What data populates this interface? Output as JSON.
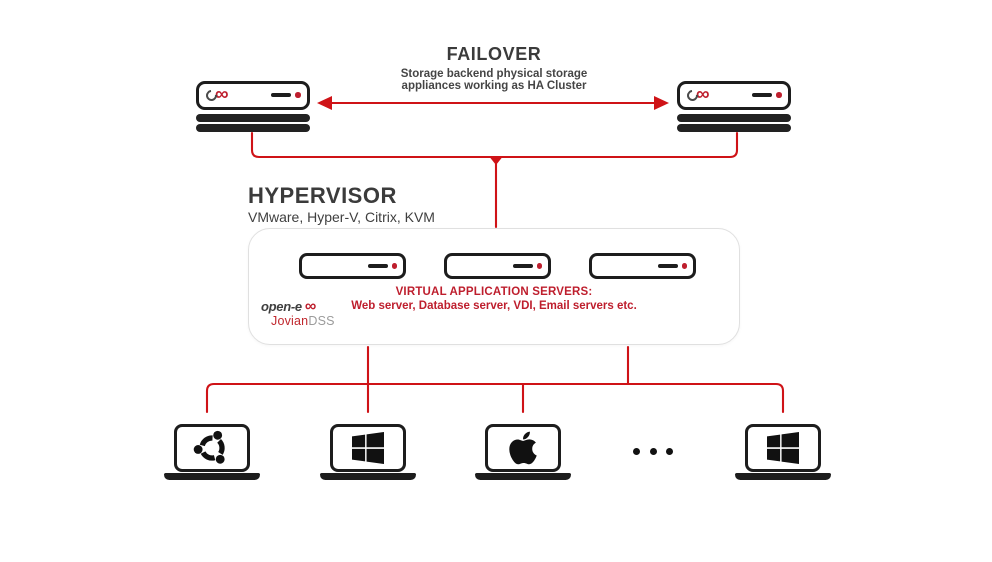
{
  "colors": {
    "line_red": "#cf1317",
    "brand_red": "#be1e2d",
    "icon_dark": "#1d1d1d",
    "heading": "#3b3b3b",
    "box_border": "#e0e0e0",
    "logo_gray": "#9b9b9b"
  },
  "failover": {
    "title": "FAILOVER",
    "subtitle_line1": "Storage backend physical storage",
    "subtitle_line2": "appliances working as HA Cluster"
  },
  "hypervisor": {
    "title": "HYPERVISOR",
    "subtitle": "VMware, Hyper-V, Citrix, KVM",
    "box": {
      "heading": "VIRTUAL APPLICATION SERVERS:",
      "description": "Web server, Database server, VDI, Email servers etc.",
      "logo": {
        "brand": "open-e",
        "product_primary": "Jovian",
        "product_secondary": "DSS"
      }
    }
  },
  "storage_appliances": [
    {
      "name": "storage-appliance-left",
      "vendor_mark": "open-e"
    },
    {
      "name": "storage-appliance-right",
      "vendor_mark": "open-e"
    }
  ],
  "clients": [
    {
      "os": "Ubuntu"
    },
    {
      "os": "Windows"
    },
    {
      "os": "Apple"
    },
    {
      "type": "ellipsis"
    },
    {
      "os": "Windows"
    }
  ],
  "icons": {
    "infinity": "∞"
  }
}
